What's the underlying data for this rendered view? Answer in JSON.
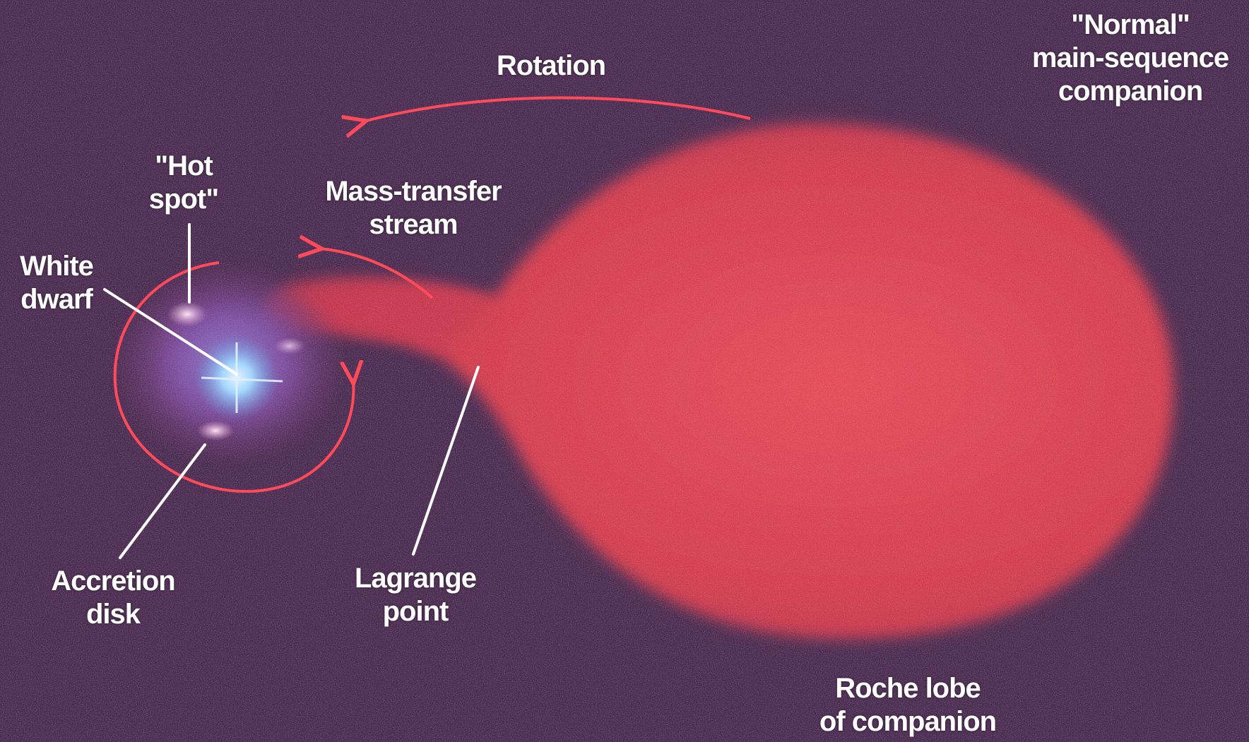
{
  "diagram": {
    "labels": {
      "normal_companion": [
        "\"Normal\"",
        "main-sequence",
        "companion"
      ],
      "rotation": [
        "Rotation"
      ],
      "hot_spot": [
        "\"Hot",
        "spot\""
      ],
      "mass_transfer": [
        "Mass-transfer",
        "stream"
      ],
      "white_dwarf": [
        "White",
        "dwarf"
      ],
      "accretion_disk": [
        "Accretion",
        "disk"
      ],
      "lagrange_point": [
        "Lagrange",
        "point"
      ],
      "roche_lobe": [
        "Roche lobe",
        "of companion"
      ]
    },
    "colors": {
      "background": "#4a2a4f",
      "lobe": "#d9404f",
      "arrow": "#ff4a5a",
      "dwarf": "#9fd8ff",
      "leader": "#ffffff"
    }
  }
}
